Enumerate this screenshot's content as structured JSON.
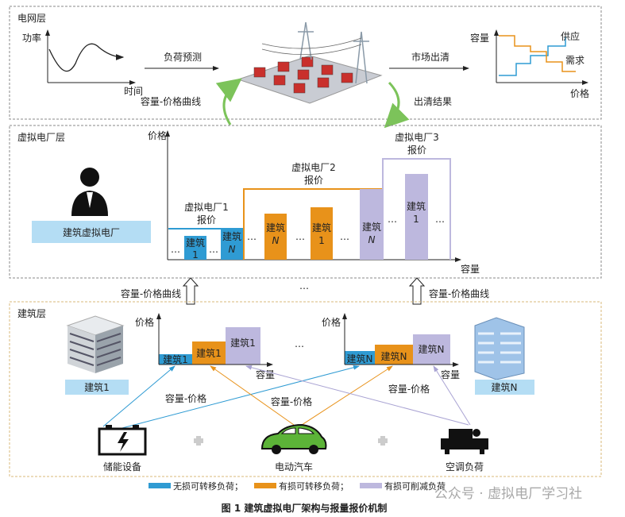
{
  "grid_layer": {
    "title": "电网层",
    "power_label": "功率",
    "time_label": "时间",
    "forecast_label": "负荷预测",
    "clearing_label": "市场出清",
    "curve_label": "容量-价格曲线",
    "result_label": "出清结果",
    "capacity_label": "容量",
    "price_label": "价格",
    "supply_label": "供应",
    "demand_label": "需求"
  },
  "vpp_layer": {
    "title": "虚拟电厂层",
    "vpp_box": "建筑虚拟电厂",
    "price_label": "价格",
    "capacity_label": "容量",
    "vpp1": [
      "虚拟电厂1",
      "报价"
    ],
    "vpp2": [
      "虚拟电厂2",
      "报价"
    ],
    "vpp3": [
      "虚拟电厂3",
      "报价"
    ],
    "bar_building": "建筑",
    "bar_1": "1",
    "bar_n": "N",
    "dots": "…"
  },
  "links": {
    "curve_left": "容量-价格曲线",
    "curve_right": "容量-价格曲线",
    "dots": "…"
  },
  "building_layer": {
    "title": "建筑层",
    "building1": "建筑1",
    "buildingN": "建筑N",
    "price_label": "价格",
    "capacity_label": "容量",
    "bar1": "建筑1",
    "barN": "建筑N",
    "dots": "…",
    "cp1": "容量-价格",
    "cp2": "容量-价格",
    "cp3": "容量-价格",
    "storage": "储能设备",
    "ev": "电动汽车",
    "ac": "空调负荷"
  },
  "legend": [
    {
      "label": "无损可转移负荷；",
      "color": "#2f9bd3"
    },
    {
      "label": "有损可转移负荷；",
      "color": "#e8921a"
    },
    {
      "label": "有损可削减负荷",
      "color": "#bdb8de"
    }
  ],
  "caption": "图 1    建筑虚拟电厂架构与报量报价机制",
  "watermark": "公众号 · 虚拟电厂学习社",
  "colors": {
    "blue": "#2f9bd3",
    "orange": "#e8921a",
    "purple": "#bdb8de",
    "green": "#7cc35a",
    "lightblue": "#b4ddf4"
  }
}
